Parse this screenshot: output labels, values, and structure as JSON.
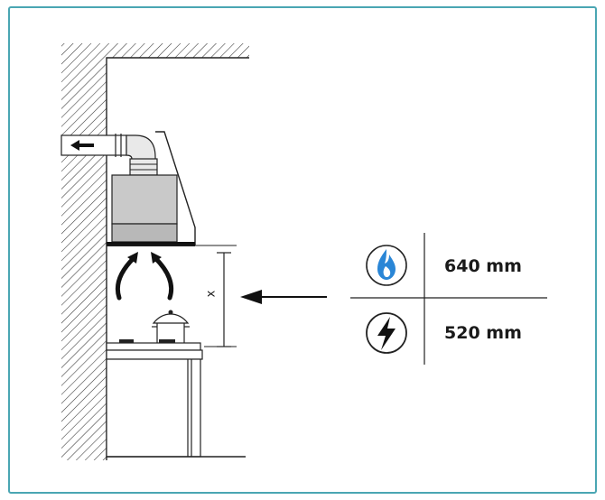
{
  "dimension": {
    "label": "x"
  },
  "table": {
    "rows": [
      {
        "icon": "gas-flame-icon",
        "value": "640 mm"
      },
      {
        "icon": "electric-bolt-icon",
        "value": "520 mm"
      }
    ]
  },
  "colors": {
    "border": "#4aa6b3",
    "ink": "#1a1a1a",
    "hood_gray": "#c9c9c9",
    "flame_blue": "#2a86d6"
  }
}
